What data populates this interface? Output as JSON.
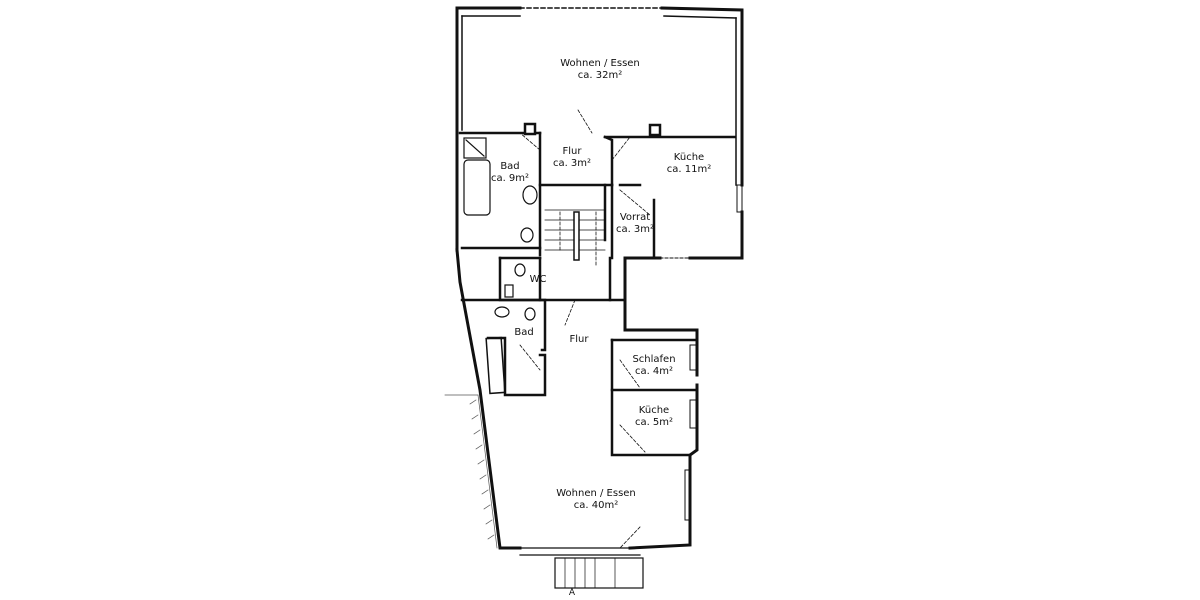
{
  "plan": {
    "colors": {
      "wall": "#111111",
      "background": "#ffffff",
      "hatch": "#555555"
    },
    "upper_unit": {
      "rooms": [
        {
          "id": "wohnen-essen-upper",
          "name": "Wohnen / Essen",
          "area": "ca. 32m²"
        },
        {
          "id": "flur-upper",
          "name": "Flur",
          "area": "ca. 3m²"
        },
        {
          "id": "bad-upper",
          "name": "Bad",
          "area": "ca. 9m²"
        },
        {
          "id": "kueche-upper",
          "name": "Küche",
          "area": "ca. 11m²"
        },
        {
          "id": "vorrat",
          "name": "Vorrat",
          "area": "ca. 3m²"
        },
        {
          "id": "wc",
          "name": "WC",
          "area": ""
        }
      ]
    },
    "lower_unit": {
      "rooms": [
        {
          "id": "bad-lower",
          "name": "Bad",
          "area": ""
        },
        {
          "id": "flur-lower",
          "name": "Flur",
          "area": ""
        },
        {
          "id": "schlafen",
          "name": "Schlafen",
          "area": "ca. 4m²"
        },
        {
          "id": "kueche-lower",
          "name": "Küche",
          "area": "ca. 5m²"
        },
        {
          "id": "wohnen-essen-lower",
          "name": "Wohnen / Essen",
          "area": "ca. 40m²"
        }
      ]
    },
    "section_marker": "A"
  }
}
